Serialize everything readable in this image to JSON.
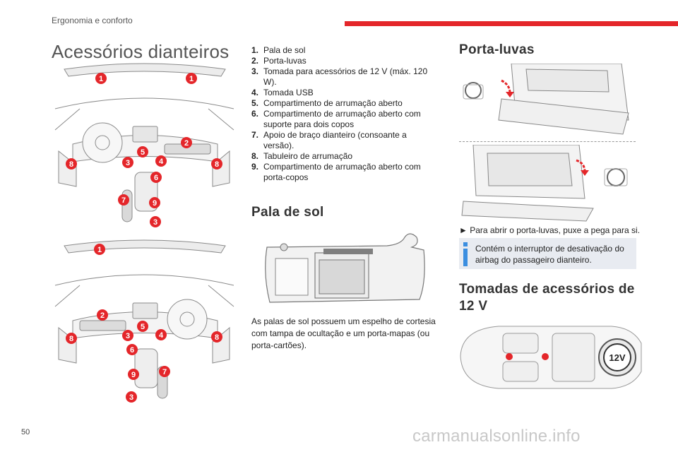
{
  "header": {
    "section": "Ergonomia e conforto",
    "accent_color": "#e4262a"
  },
  "front_accessories": {
    "title": "Acessórios dianteiros",
    "items": [
      {
        "num": "1.",
        "text": "Pala de sol"
      },
      {
        "num": "2.",
        "text": "Porta-luvas"
      },
      {
        "num": "3.",
        "text": "Tomada para acessórios de 12 V (máx. 120 W)."
      },
      {
        "num": "4.",
        "text": "Tomada USB"
      },
      {
        "num": "5.",
        "text": "Compartimento de arrumação aberto"
      },
      {
        "num": "6.",
        "text": "Compartimento de arrumação aberto com suporte para dois copos"
      },
      {
        "num": "7.",
        "text": "Apoio de braço dianteiro (consoante a versão)."
      },
      {
        "num": "8.",
        "text": "Tabuleiro de arrumação"
      },
      {
        "num": "9.",
        "text": "Compartimento de arrumação aberto com porta-copos"
      }
    ],
    "callouts_top": [
      "1",
      "1",
      "2",
      "5",
      "3",
      "4",
      "8",
      "8",
      "6",
      "7",
      "9",
      "3"
    ],
    "callouts_bottom": [
      "1",
      "2",
      "5",
      "3",
      "4",
      "8",
      "8",
      "6",
      "9",
      "7",
      "3"
    ]
  },
  "sun_visor": {
    "title": "Pala de sol",
    "text": "As palas de sol possuem um espelho de cortesia com tampa de ocultação e um porta-mapas (ou porta-cartões)."
  },
  "glovebox": {
    "title": "Porta-luvas",
    "instruction": "Para abrir o porta-luvas, puxe a pega para si.",
    "note": "Contém o interruptor de desativação do airbag do passageiro dianteiro."
  },
  "sockets": {
    "title": "Tomadas de acessórios de 12 V",
    "socket_label": "12V"
  },
  "footer": {
    "page_number": "50",
    "watermark": "carmanualsonline.info"
  }
}
